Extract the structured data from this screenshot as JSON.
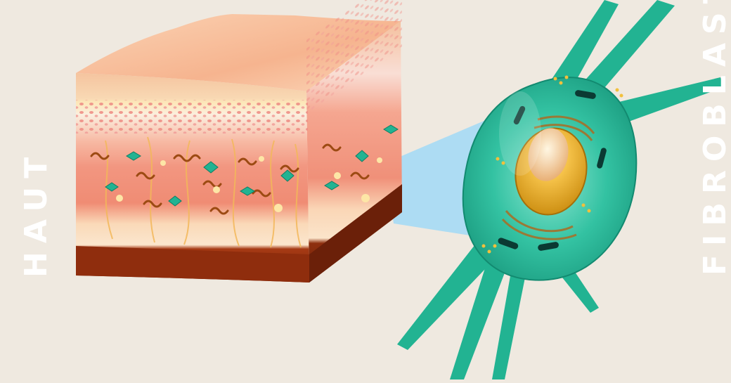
{
  "labels": {
    "left": "HAUT",
    "right": "FIBROBLAST"
  },
  "colors": {
    "background": "#efe9e0",
    "epidermis_top": "#f7c7a3",
    "papillary": "#f28f7a",
    "reticular": "#fbe3c4",
    "hypodermis": "#8a2b0c",
    "fibroblast": "#2bb99a",
    "nucleus": "#e6a91a",
    "zoom_beam": "#a9dbf3"
  },
  "icons": {
    "skin_block": "skin-cross-section-illustration",
    "cell": "fibroblast-cell-illustration"
  }
}
